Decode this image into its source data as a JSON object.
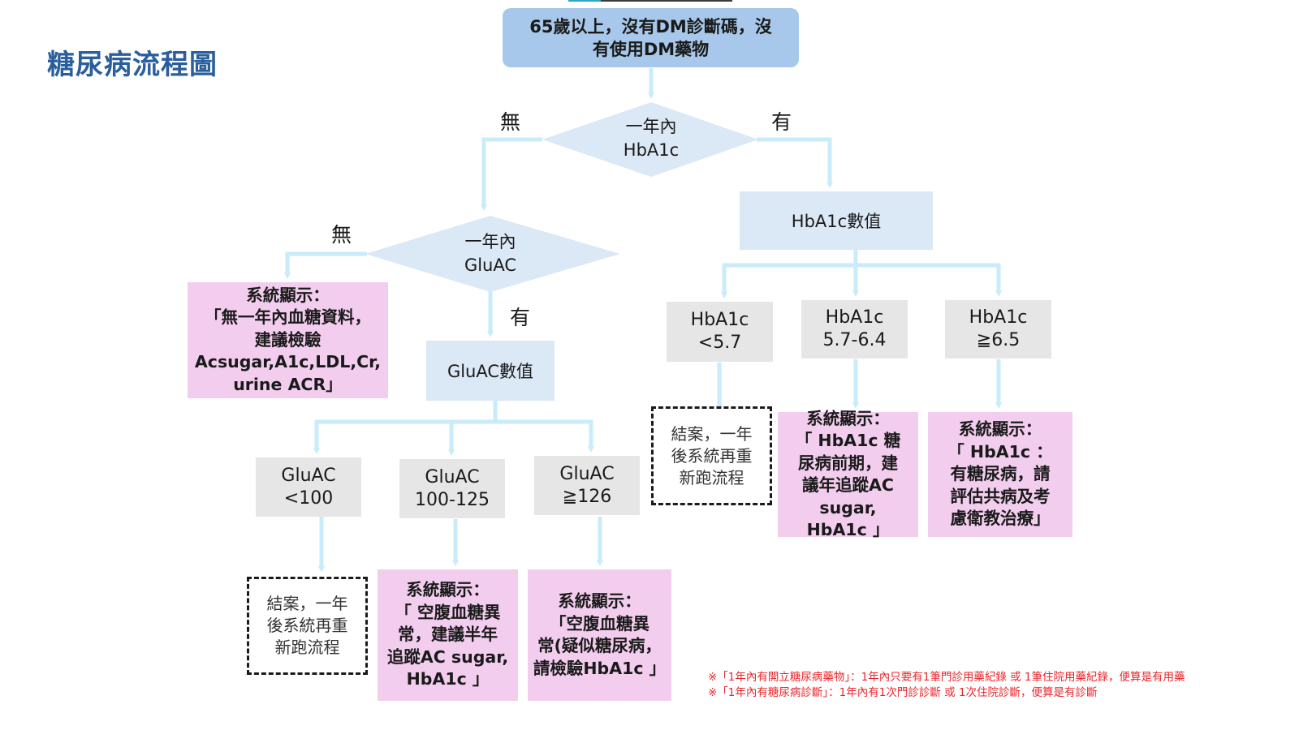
{
  "title": "糖尿病流程圖",
  "colors": {
    "title": "#2a5e9c",
    "start_box": "#a7c8ea",
    "decision": "#dbe8f6",
    "range_box": "#e6e6e6",
    "message_box": "#f2cdee",
    "connector": "#c9ebfa",
    "note_text": "#e8262b"
  },
  "start": {
    "text": "65歲以上，沒有DM診斷碼，沒\n有使用DM藥物"
  },
  "decision_hba1c": {
    "text": "一年內\nHbA1c",
    "no_label": "無",
    "yes_label": "有"
  },
  "decision_gluac": {
    "text": "一年內\nGluAC",
    "no_label": "無",
    "yes_label": "有"
  },
  "no_data_message": {
    "text": "系統顯示：\n「無一年內血糖資料，\n建議檢驗\nAcsugar,A1c,LDL,Cr,\nurine ACR」"
  },
  "gluac_value": {
    "text": "GluAC數值"
  },
  "hba1c_value": {
    "text": "HbA1c數值"
  },
  "gluac_ranges": [
    {
      "label": "GluAC\n<100",
      "outcome_type": "close",
      "outcome": "結案，一年\n後系統再重\n新跑流程"
    },
    {
      "label": "GluAC\n100-125",
      "outcome_type": "message",
      "outcome": "系統顯示：\n「 空腹血糖異\n常，建議半年\n追蹤AC sugar,\nHbA1c 」"
    },
    {
      "label": "GluAC\n≧126",
      "outcome_type": "message",
      "outcome": "系統顯示：\n「空腹血糖異\n常(疑似糖尿病，\n請檢驗HbA1c 」"
    }
  ],
  "hba1c_ranges": [
    {
      "label": "HbA1c\n<5.7",
      "outcome_type": "close",
      "outcome": "結案，一年\n後系統再重\n新跑流程"
    },
    {
      "label": "HbA1c\n5.7-6.4",
      "outcome_type": "message",
      "outcome": "系統顯示：\n「 HbA1c 糖\n尿病前期，建\n議年追蹤AC\nsugar,\nHbA1c 」"
    },
    {
      "label": "HbA1c\n≧6.5",
      "outcome_type": "message",
      "outcome": "系統顯示：\n「 HbA1c ：\n有糖尿病，請\n評估共病及考\n慮衛教治療」"
    }
  ],
  "notes": [
    "※「1年內有開立糖尿病藥物」：1年內只要有1筆門診用藥紀錄 或 1筆住院用藥紀錄，便算是有用藥",
    "※「1年內有糖尿病診斷」：1年內有1次門診診斷 或 1次住院診斷，便算是有診斷"
  ]
}
